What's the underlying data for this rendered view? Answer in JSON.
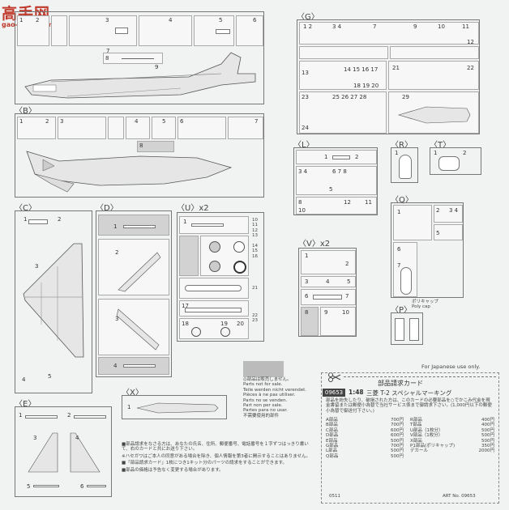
{
  "logo": {
    "text": "高手网",
    "url": "gao-shou.com"
  },
  "sections": {
    "A": "",
    "B": "〈B〉",
    "C": "〈C〉",
    "D": "〈D〉",
    "E": "〈E〉",
    "G": "〈G〉",
    "L": "〈L〉",
    "R": "〈R〉",
    "T": "〈T〉",
    "Q": "〈Q〉",
    "U": "〈U〉x2",
    "V": "〈V〉x2",
    "X": "〈X〉",
    "P": "〈P〉"
  },
  "poly_cap": {
    "jp": "ポリキャップ",
    "en": "Poly cap"
  },
  "not_for_sale": [
    "◎部品は販売しません。",
    "Parts not for sale.",
    "Teile werden nicht verendet.",
    "Pièces à ne pas utiliser.",
    "Parts no se venden.",
    "Part non per sale.",
    "Partes para no usar.",
    "不需要使用的部件"
  ],
  "japanese_use": "For Japanese use only.",
  "card": {
    "title": "部品請求カード",
    "code": "09653",
    "scale": "1:48",
    "product": "三菱 T-2 スペシャルマーキング",
    "text": "部品を紛失したり、破損された方は、このカードの必要部品を○でかこみ代金を現金書留または郵便小為替で当社サービス係まで御請求下さい。(1,000円以下の郵便小為替で御送付下さい。)",
    "prices_left": [
      {
        "part": "A部品",
        "price": "700円"
      },
      {
        "part": "B部品",
        "price": "700円"
      },
      {
        "part": "C部品",
        "price": "600円"
      },
      {
        "part": "D部品",
        "price": "600円"
      },
      {
        "part": "E部品",
        "price": "500円"
      },
      {
        "part": "G部品",
        "price": "700円"
      },
      {
        "part": "L部品",
        "price": "500円"
      },
      {
        "part": "Q部品",
        "price": "500円"
      }
    ],
    "prices_right": [
      {
        "part": "R部品",
        "price": "400円"
      },
      {
        "part": "T部品",
        "price": "400円"
      },
      {
        "part": "U部品（1枚分）",
        "price": "500円"
      },
      {
        "part": "V部品（1枚分）",
        "price": "500円"
      },
      {
        "part": "X部品",
        "price": "500円"
      },
      {
        "part": "P1部品(ポリキャップ)",
        "price": "350円"
      },
      {
        "part": "デカール",
        "price": "2000円"
      }
    ],
    "art_no": "ART No. 09653",
    "bottom_code": "0511"
  },
  "notes": [
    "■部品請求をなさる方は、あなたの氏名、住所、郵便番号、電話番号を１字ずつはっきり書いて、右のカードと共にお送り下さい。",
    "※ハセガワはご本人の同意がある場合を除き、個人情報を第3者に開示することはありません。",
    "■「部品請求カード」1枚につき1キット分のパーツの請求をすることができます。",
    "■部品の価格は予告なく変更する場合があります。"
  ],
  "icons": {
    "scissors": "scissors-icon"
  }
}
